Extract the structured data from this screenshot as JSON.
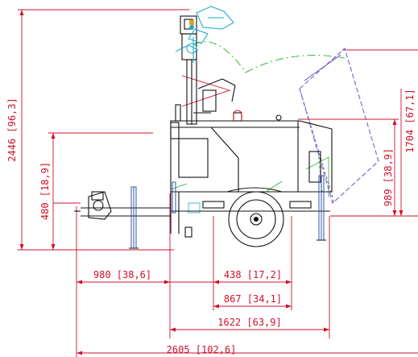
{
  "colors": {
    "dimension": "#d0102a",
    "outline": "#111111",
    "mast_accent": "#22aacc",
    "swing_arc": "#44bb44",
    "swing_panel": "#7a5fc8",
    "support_leg": "#3355aa",
    "background": "#ffffff"
  },
  "dimensions": {
    "mast_height": "2446 [96,3]",
    "hitch_height": "480 [18,9]",
    "panel_height": "1704 [67,1]",
    "panel_lower": "989 [38,9]",
    "drawbar": "980 [38,6]",
    "to_axle": "438 [17,2]",
    "to_rear_leg": "867 [34,1]",
    "body_length": "1622 [63,9]",
    "overall_length": "2605 [102,6]"
  }
}
